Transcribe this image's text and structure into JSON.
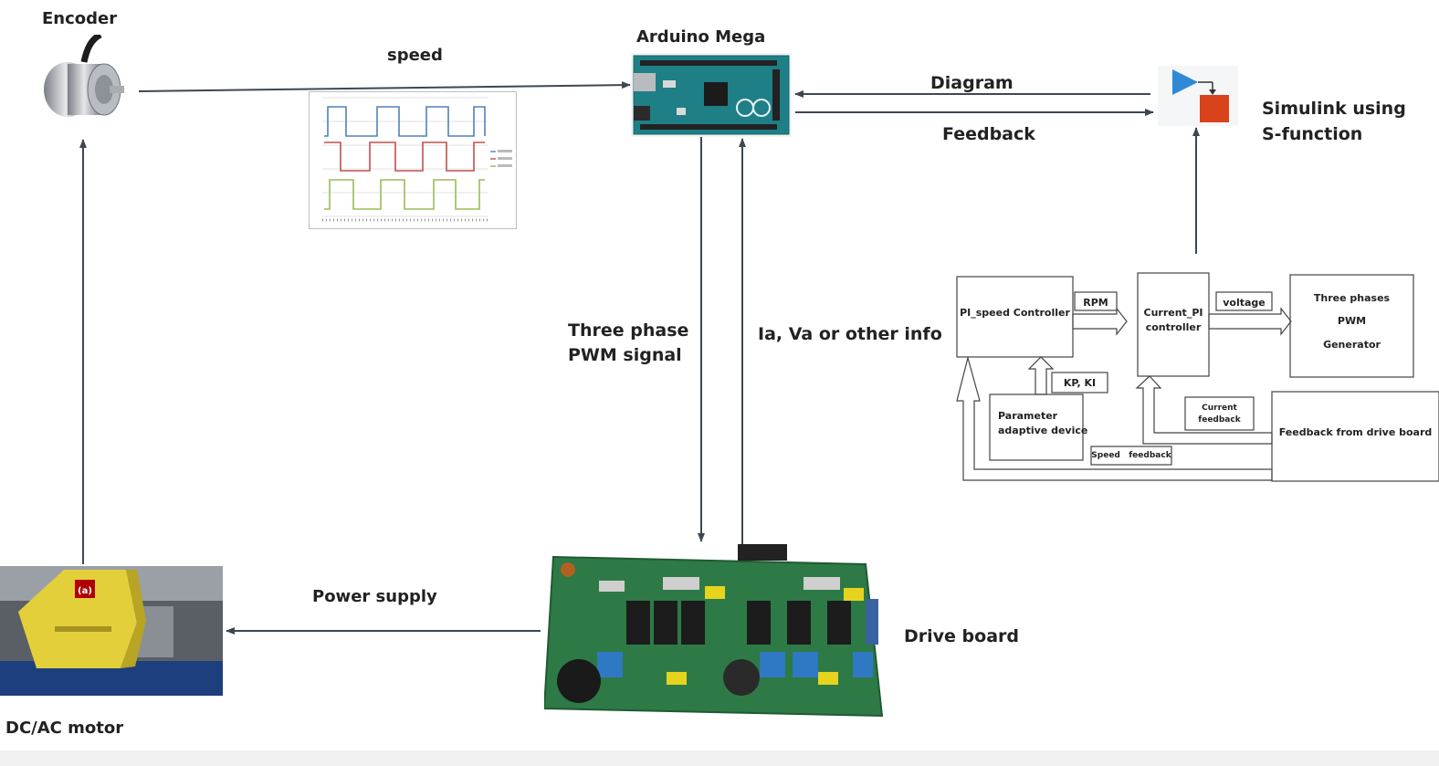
{
  "labels": {
    "encoder": "Encoder",
    "arduino": "Arduino Mega",
    "speed": "speed",
    "diagram": "Diagram",
    "feedback": "Feedback",
    "simulink_line1": "Simulink using",
    "simulink_line2": "S-function",
    "three_phase_line1": "Three phase",
    "three_phase_line2": "PWM signal",
    "ia_va": "Ia, Va or other info",
    "power_supply": "Power supply",
    "drive_board": "Drive board",
    "motor": "DC/AC motor",
    "motor_tag": "(a)"
  },
  "block_diagram": {
    "pi_speed": "PI_speed Controller",
    "rpm": "RPM",
    "current_pi_line1": "Current_PI",
    "current_pi_line2": "controller",
    "voltage": "voltage",
    "three_phases_line1": "Three phases",
    "three_phases_line2": "PWM",
    "three_phases_line3": "Generator",
    "kp_ki": "KP, KI",
    "param_line1": "Parameter",
    "param_line2": "adaptive device",
    "current_fb_line1": "Current",
    "current_fb_line2": "feedback",
    "fb_drive": "Feedback from drive board",
    "speed_fb": "Speed   feedback"
  },
  "colors": {
    "arrow": "#3d4752",
    "pcb": "#2d7a46",
    "trace_blue": "#4f81bd",
    "trace_red": "#c0504d",
    "trace_green": "#9bbb59",
    "simulink_gain": "#2e89d6",
    "simulink_block": "#d8431c",
    "motor_yellow": "#e3cf3a"
  }
}
